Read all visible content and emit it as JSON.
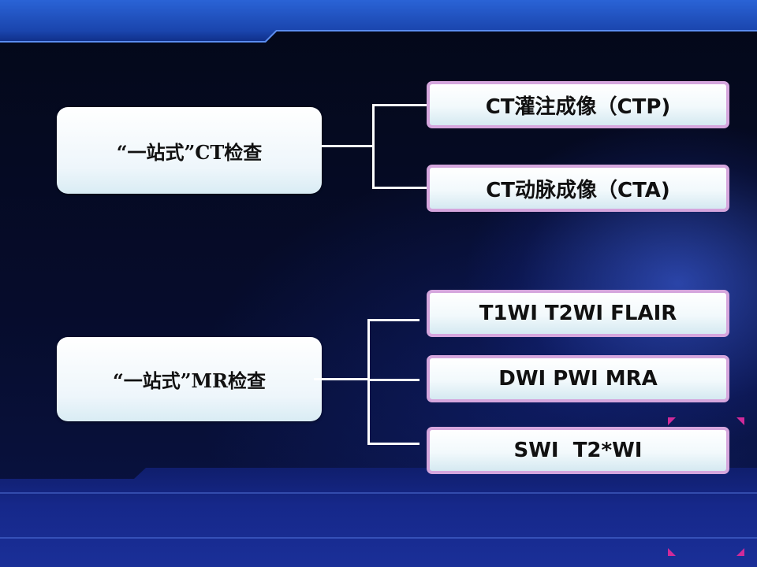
{
  "groups": [
    {
      "label": "“一站式”CT检查",
      "items": [
        "CT灌注成像（CTP)",
        "CT动脉成像（CTA)"
      ]
    },
    {
      "label": "“一站式”MR检查",
      "items": [
        "T1WI T2WI FLAIR",
        "DWI PWI MRA",
        "SWI  T2*WI"
      ]
    }
  ],
  "colors": {
    "box_border": "#d5a6dd",
    "connector": "#ffffff",
    "accent_marker": "#d02a9a",
    "band": "#2a63d6"
  }
}
